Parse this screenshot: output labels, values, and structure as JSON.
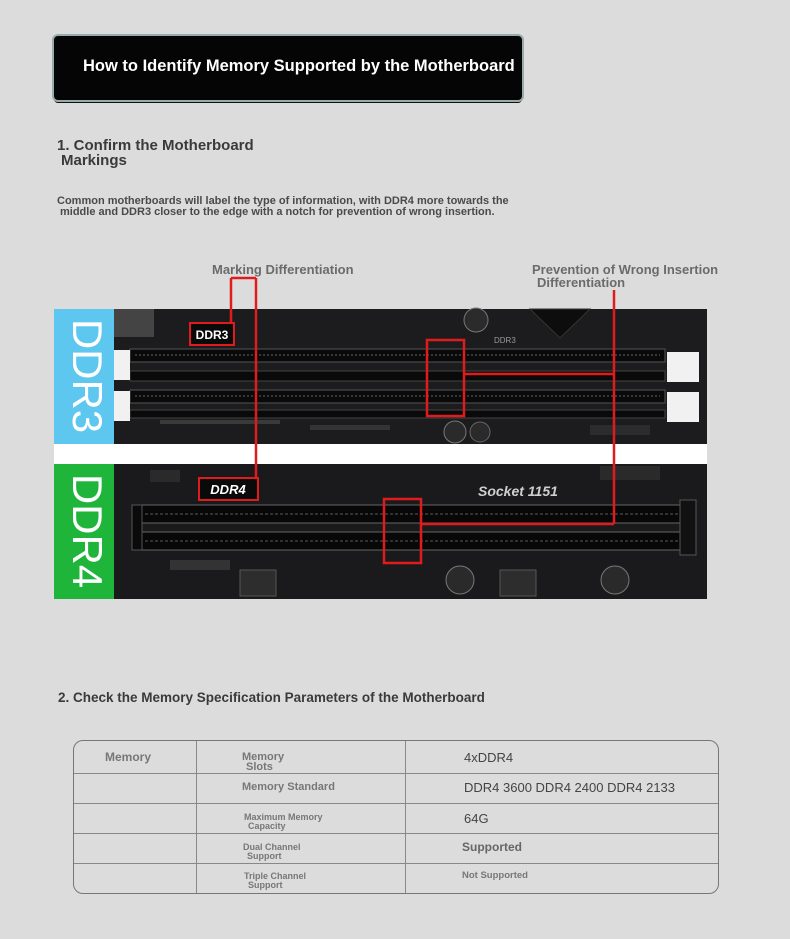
{
  "banner": {
    "title": "How to Identify Memory Supported by the Motherboard"
  },
  "section1": {
    "heading_line1": "1. Confirm the Motherboard",
    "heading_line2": "Markings",
    "desc_line1": "Common motherboards will label the type of information, with DDR4 more towards the",
    "desc_line2": "middle and DDR3 closer to the edge with a notch for prevention of wrong insertion."
  },
  "diagram": {
    "label_marking": "Marking Differentiation",
    "label_prevention_line1": "Prevention of Wrong Insertion",
    "label_prevention_line2": "Differentiation",
    "ddr3_side": "DDR3",
    "ddr3_mark": "DDR3",
    "ddr4_side": "DDR4",
    "ddr4_mark": "DDR4",
    "socket_text": "Socket 1151",
    "ddr3_side_color": "#5ec7f0",
    "ddr4_side_color": "#1fb53a",
    "highlight_color": "#e01b1b"
  },
  "section2": {
    "heading": "2. Check the Memory Specification Parameters of the Motherboard"
  },
  "spec": {
    "category": "Memory",
    "rows": [
      {
        "label_line1": "Memory",
        "label_line2": "Slots",
        "value": "4xDDR4"
      },
      {
        "label_line1": "Memory Standard",
        "label_line2": "",
        "value": "DDR4 3600    DDR4 2400  DDR4 2133"
      },
      {
        "label_line1": "Maximum Memory",
        "label_line2": "Capacity",
        "value": "64G"
      },
      {
        "label_line1": "Dual Channel",
        "label_line2": "Support",
        "value": "Supported"
      },
      {
        "label_line1": "Triple Channel",
        "label_line2": "Support",
        "value": "Not Supported"
      }
    ]
  }
}
